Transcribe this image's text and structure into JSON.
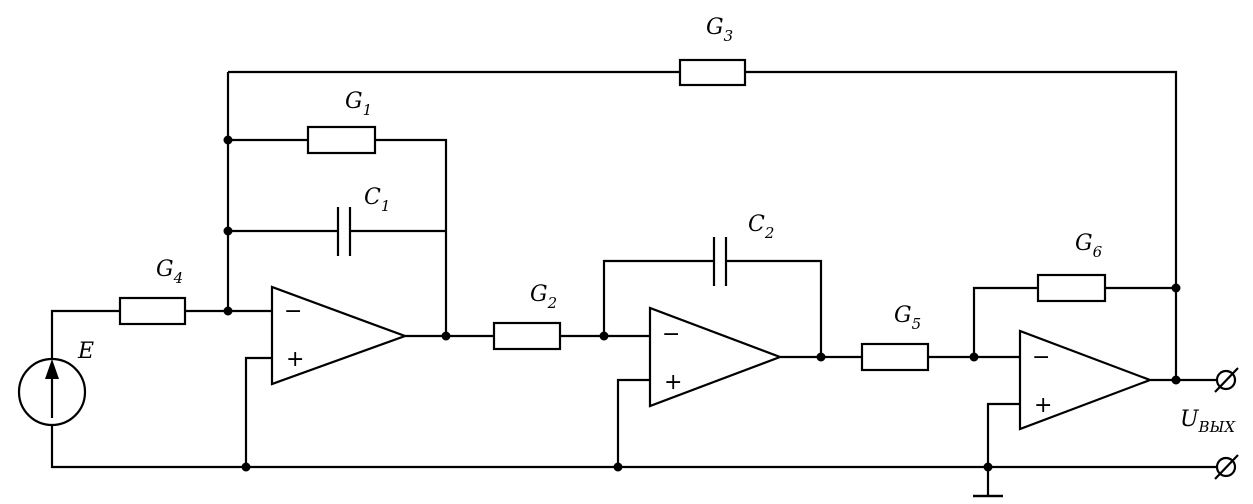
{
  "components": {
    "G1": {
      "letter": "G",
      "index": "1"
    },
    "G2": {
      "letter": "G",
      "index": "2"
    },
    "G3": {
      "letter": "G",
      "index": "3"
    },
    "G4": {
      "letter": "G",
      "index": "4"
    },
    "G5": {
      "letter": "G",
      "index": "5"
    },
    "G6": {
      "letter": "G",
      "index": "6"
    },
    "C1": {
      "letter": "C",
      "index": "1"
    },
    "C2": {
      "letter": "C",
      "index": "2"
    },
    "E": {
      "letter": "E"
    }
  },
  "opamp": {
    "minus": "−",
    "plus": "+"
  },
  "output": {
    "letter": "U",
    "subscript": "ВЫХ"
  }
}
